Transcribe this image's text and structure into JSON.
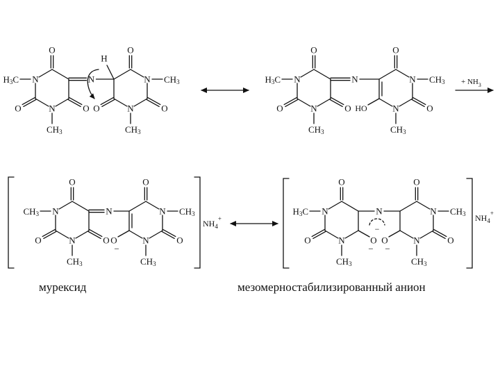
{
  "labels": {
    "o": "O",
    "n": "N",
    "h": "H",
    "ho": "HO",
    "ch3": "CH",
    "h3c": "H",
    "c_after_h": "C",
    "sub3": "3",
    "nh4": "NH",
    "sub4": "4",
    "plus": "+",
    "minus": "−",
    "reagent": "+ NH",
    "reagent_sub": "3"
  },
  "captions": {
    "left": "мурексид",
    "right": "мезомерностабилизированный анион"
  },
  "colors": {
    "ink": "#111111",
    "background": "#ffffff"
  }
}
